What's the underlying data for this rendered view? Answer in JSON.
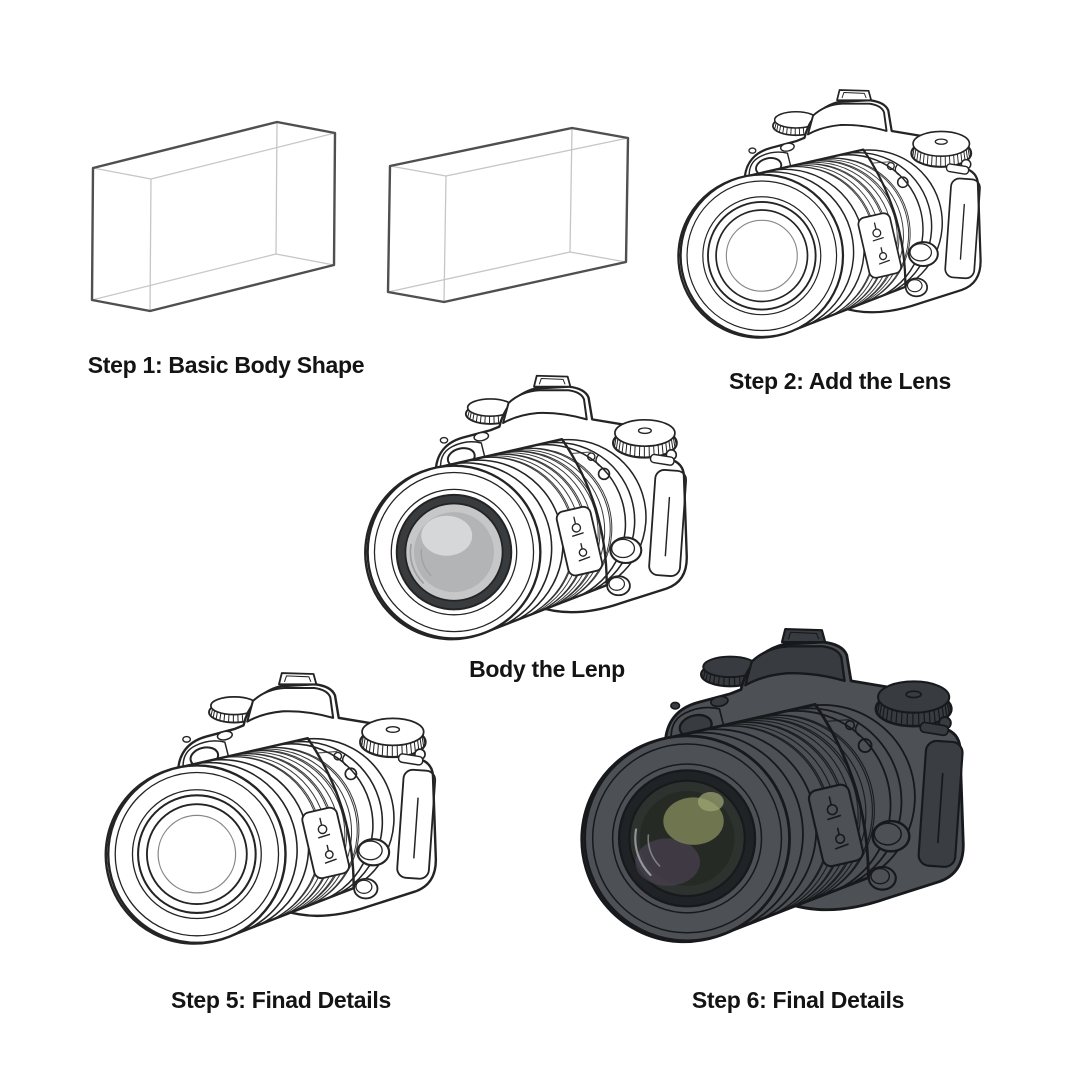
{
  "canvas": {
    "background": "#ffffff"
  },
  "tutorial": {
    "subject": "camera drawing steps",
    "steps": [
      {
        "label": "Step 1: Basic Body Shape",
        "art": "wireframe-boxes",
        "palette": "line"
      },
      {
        "label": "Step 2: Add the Lens",
        "art": "camera",
        "palette": "line"
      },
      {
        "label": "Body the Lenp",
        "art": "camera",
        "palette": "shaded-lens"
      },
      {
        "label": "Step 5: Finad Details",
        "art": "camera",
        "palette": "line"
      },
      {
        "label": "Step 6: Final Details",
        "art": "camera",
        "palette": "final"
      }
    ]
  },
  "colors": {
    "text": "#141414",
    "box_outer": "#4f4f4f",
    "box_inner": "#c6c6c6",
    "palettes": {
      "line": {
        "stroke": "#242424",
        "body": "#ffffff",
        "top": "#ffffff",
        "bezel": "#ffffff",
        "glass": "#ffffff",
        "innerRing": true
      },
      "shaded-lens": {
        "stroke": "#242424",
        "body": "#ffffff",
        "top": "#ffffff",
        "bezel": "#393c3f",
        "glass": "#c6c7c9",
        "glassCore": "#b2b4b6",
        "glassHi": "#dcdddf",
        "glassCrescent": "#8b8d90"
      },
      "final": {
        "stroke": "#17191c",
        "body": "#4d5156",
        "top": "#383b40",
        "bezel": "#202326",
        "glass": "#2e322e",
        "glassCore": "#262a24",
        "glassHi": "#7b8257",
        "glassHi2": "#a0a673",
        "glassTint": "#4e4458",
        "glassCrescent": "#c6c9cc",
        "panel": "#3a3d42"
      }
    }
  }
}
